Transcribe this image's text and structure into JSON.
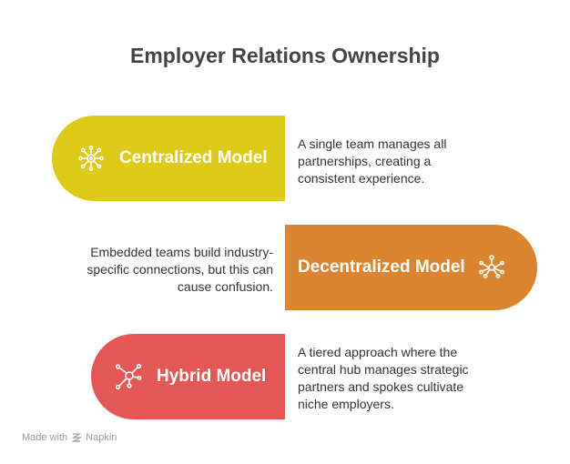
{
  "title": "Employer Relations Ownership",
  "colors": {
    "centralized": "#DFCA1A",
    "decentralized": "#DD8430",
    "hybrid": "#E35855"
  },
  "items": [
    {
      "label": "Centralized Model",
      "icon": "hub-gear-icon",
      "description": "A single team manages all partnerships, creating a consistent experience."
    },
    {
      "label": "Decentralized Model",
      "icon": "network-nodes-icon",
      "description": "Embedded teams build industry-specific connections, but this can cause confusion."
    },
    {
      "label": "Hybrid Model",
      "icon": "hub-spoke-icon",
      "description": "A tiered approach where the central hub manages strategic partners and spokes cultivate niche employers."
    }
  ],
  "footer": {
    "made_with": "Made with",
    "brand": "Napkin"
  }
}
